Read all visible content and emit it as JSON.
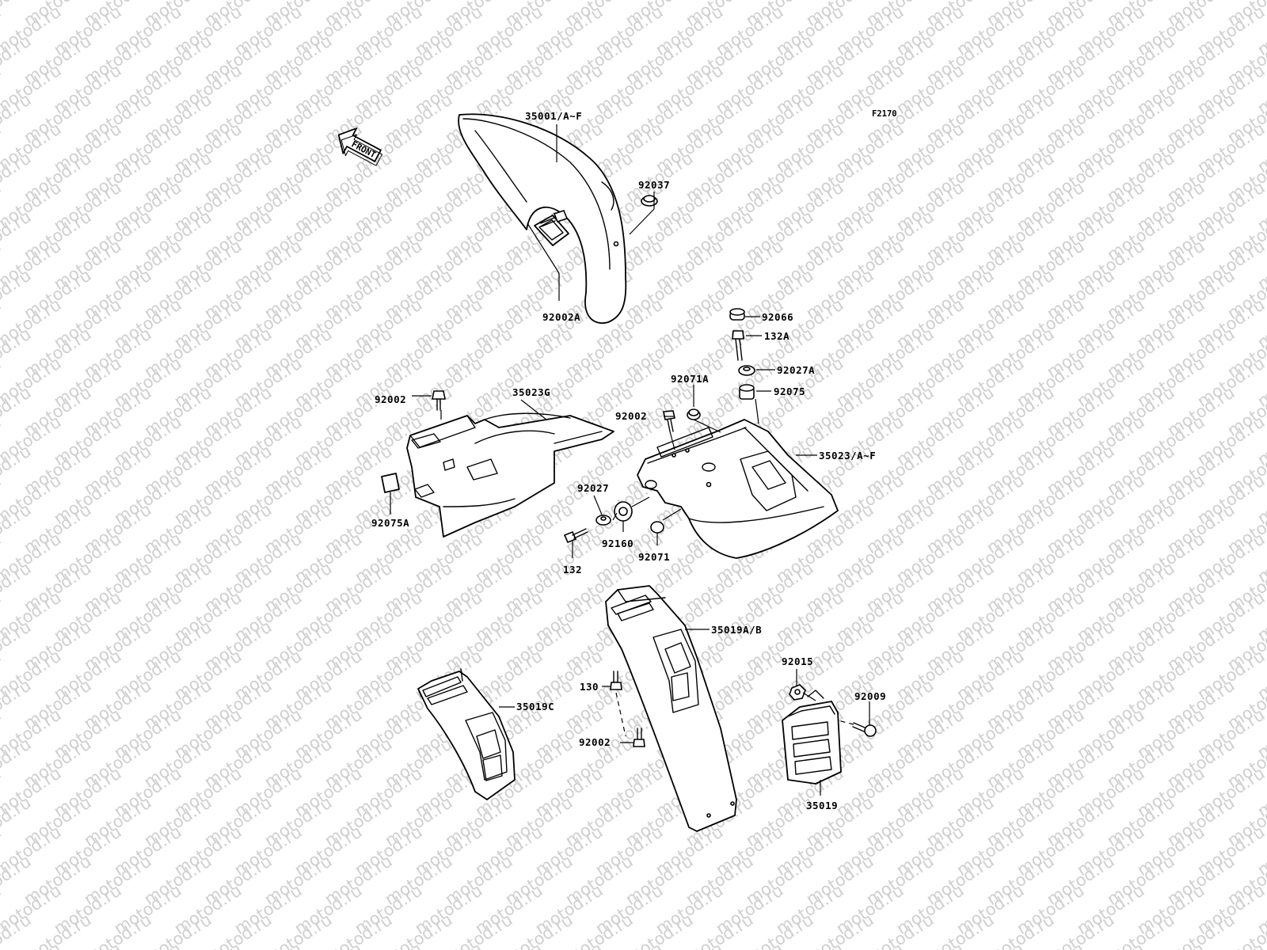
{
  "figure_code": "F2170",
  "front_arrow_label": "FRONT",
  "watermark": "motod.ru",
  "callouts": {
    "c35001": "35001/A~F",
    "c92037": "92037",
    "c92002A": "92002A",
    "c92066": "92066",
    "c132A": "132A",
    "c92027A": "92027A",
    "c92071A": "92071A",
    "c92075": "92075",
    "c92002_left": "92002",
    "c35023G": "35023G",
    "c92002_mid": "92002",
    "c35023": "35023/A~F",
    "c92075A": "92075A",
    "c92027": "92027",
    "c92160": "92160",
    "c132": "132",
    "c92071": "92071",
    "c35019AB": "35019A/B",
    "c130": "130",
    "c35019C": "35019C",
    "c92015": "92015",
    "c92009": "92009",
    "c92002_low": "92002",
    "c35019": "35019"
  },
  "colors": {
    "background": "#ffffff",
    "line": "#000000",
    "watermark": "#cfcfcf"
  }
}
